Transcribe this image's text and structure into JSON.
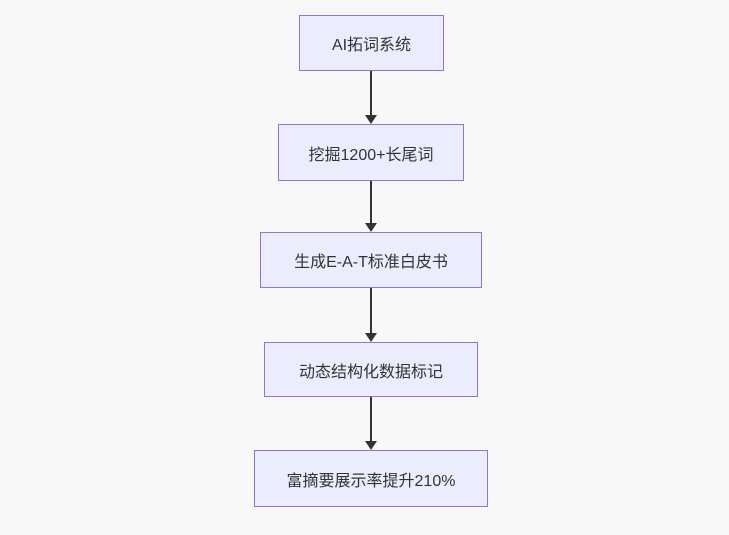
{
  "diagram": {
    "type": "flowchart",
    "direction": "top-down",
    "title": "",
    "nodes": [
      {
        "id": "A",
        "label": "AI拓词系统"
      },
      {
        "id": "B",
        "label": "挖掘1200+长尾词"
      },
      {
        "id": "C",
        "label": "生成E-A-T标准白皮书"
      },
      {
        "id": "D",
        "label": "动态结构化数据标记"
      },
      {
        "id": "E",
        "label": "富摘要展示率提升210%"
      }
    ],
    "edges": [
      {
        "from": "A",
        "to": "B",
        "label": ""
      },
      {
        "from": "B",
        "to": "C",
        "label": ""
      },
      {
        "from": "C",
        "to": "D",
        "label": ""
      },
      {
        "from": "D",
        "to": "E",
        "label": ""
      }
    ],
    "colors": {
      "background": "#f8f8f8",
      "node_fill": "#ECECFF",
      "node_border": "#9370DB",
      "arrow": "#333333",
      "text": "#333333"
    }
  }
}
